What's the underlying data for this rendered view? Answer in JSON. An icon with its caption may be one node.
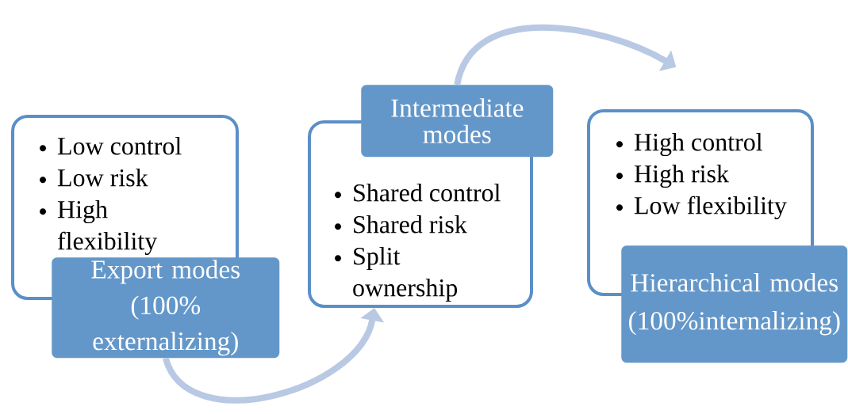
{
  "diagram": {
    "nodes": [
      {
        "text": [
          "Low control",
          "Low risk",
          "High flexibility"
        ]
      },
      {
        "text": [
          "Export modes (100% externalizing)"
        ]
      },
      {
        "text": [
          "Shared control",
          "Shared risk",
          "Split ownership"
        ]
      },
      {
        "text": [
          "Intermediate modes"
        ]
      },
      {
        "text": [
          "High control",
          "High risk",
          "Low flexibility"
        ]
      },
      {
        "text": [
          "Hierarchical modes (100%internalizing)"
        ]
      }
    ],
    "edges": [
      {
        "from": 1,
        "to": 2,
        "arrow": "to"
      },
      {
        "from": 3,
        "to": 4,
        "arrow": "to"
      }
    ]
  }
}
